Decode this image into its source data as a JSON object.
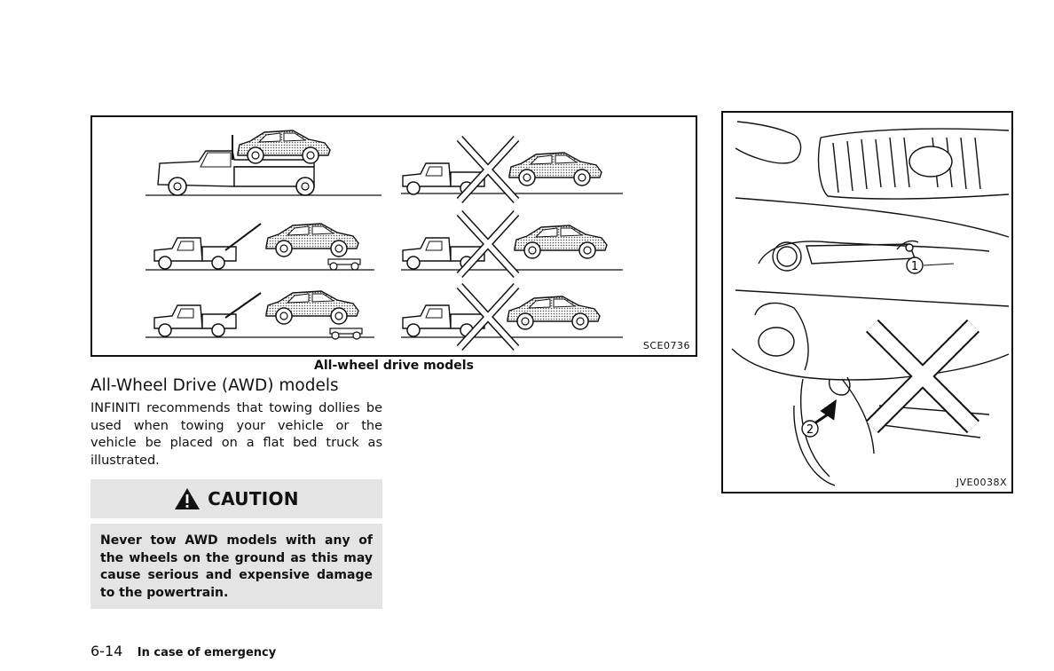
{
  "figures": {
    "left": {
      "code": "SCE0736",
      "caption": "All-wheel drive models",
      "icons": [
        "flatbed-truck-icon",
        "tow-truck-icon",
        "car-icon",
        "towing-dolly-icon",
        "prohibited-x-icon"
      ]
    },
    "right": {
      "code": "JVE0038X",
      "callouts": [
        "1",
        "2"
      ],
      "icons": [
        "front-bumper-illustration-icon",
        "arrow-icon",
        "prohibited-x-icon"
      ]
    }
  },
  "section": {
    "heading": "All-Wheel Drive (AWD) models",
    "body": "INFINITI recommends that towing dollies be used when towing your vehicle or the vehicle be placed on a flat bed truck as illustrated."
  },
  "caution": {
    "title": "CAUTION",
    "icon": "warning-triangle-icon",
    "text": "Never tow AWD models with any of the wheels on the ground as this may cause serious and expensive damage to the powertrain."
  },
  "footer": {
    "page_number": "6-14",
    "section_name": "In case of emergency"
  }
}
